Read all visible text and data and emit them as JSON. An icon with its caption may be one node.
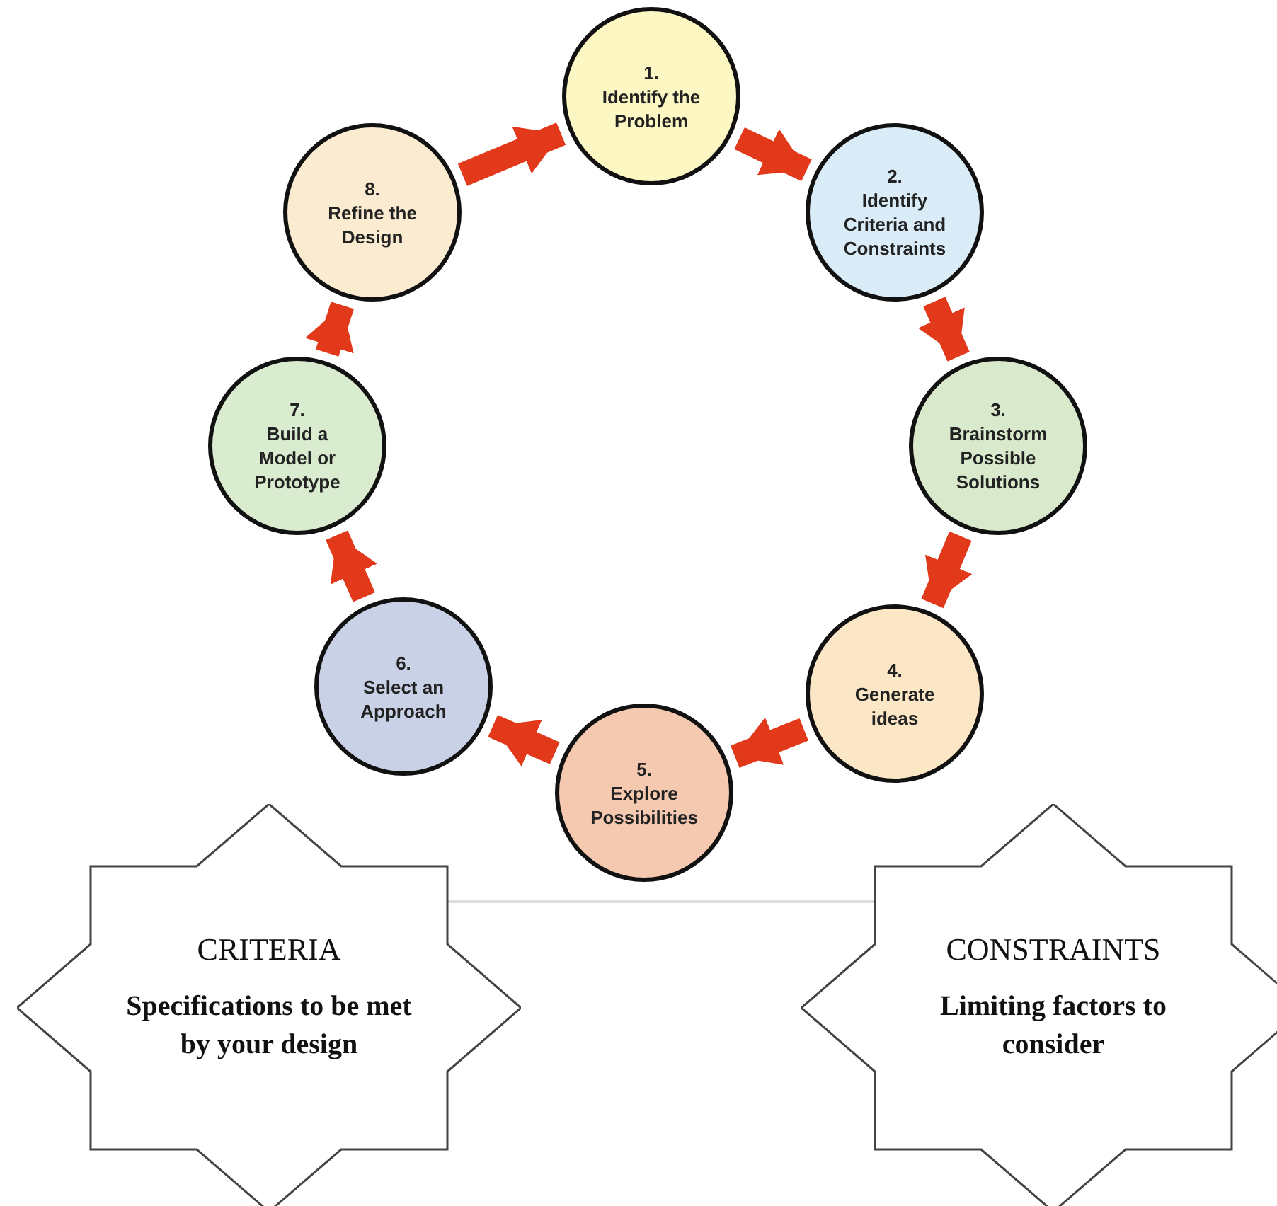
{
  "diagram": {
    "nodes": [
      {
        "text": [
          "1.",
          "Identify the Problem"
        ]
      },
      {
        "text": [
          "2.",
          "Identify Criteria and Constraints"
        ]
      },
      {
        "text": [
          "3.",
          "Brainstorm Possible Solutions"
        ]
      },
      {
        "text": [
          "4.",
          "Generate ideas"
        ]
      },
      {
        "text": [
          "5.",
          "Explore Possibilities"
        ]
      },
      {
        "text": [
          "6.",
          "Select an Approach"
        ]
      },
      {
        "text": [
          "7.",
          "Build a Model or Prototype"
        ]
      },
      {
        "text": [
          "8.",
          "Refine the Design"
        ]
      },
      {
        "text": [
          "CRITERIA",
          "Specifications to be met by your design"
        ]
      },
      {
        "text": [
          "CONSTRAINTS",
          "Limiting factors to consider"
        ]
      }
    ],
    "edges": [
      {
        "from": 0,
        "to": 1,
        "arrow": "to"
      },
      {
        "from": 1,
        "to": 2,
        "arrow": "to"
      },
      {
        "from": 2,
        "to": 3,
        "arrow": "to"
      },
      {
        "from": 3,
        "to": 4,
        "arrow": "to"
      },
      {
        "from": 4,
        "to": 5,
        "arrow": "to"
      },
      {
        "from": 5,
        "to": 6,
        "arrow": "to"
      },
      {
        "from": 6,
        "to": 7,
        "arrow": "to"
      },
      {
        "from": 7,
        "to": 0,
        "arrow": "to"
      },
      {
        "from": 8,
        "to": 9,
        "arrow": "none",
        "color": "#dddddd"
      }
    ]
  }
}
